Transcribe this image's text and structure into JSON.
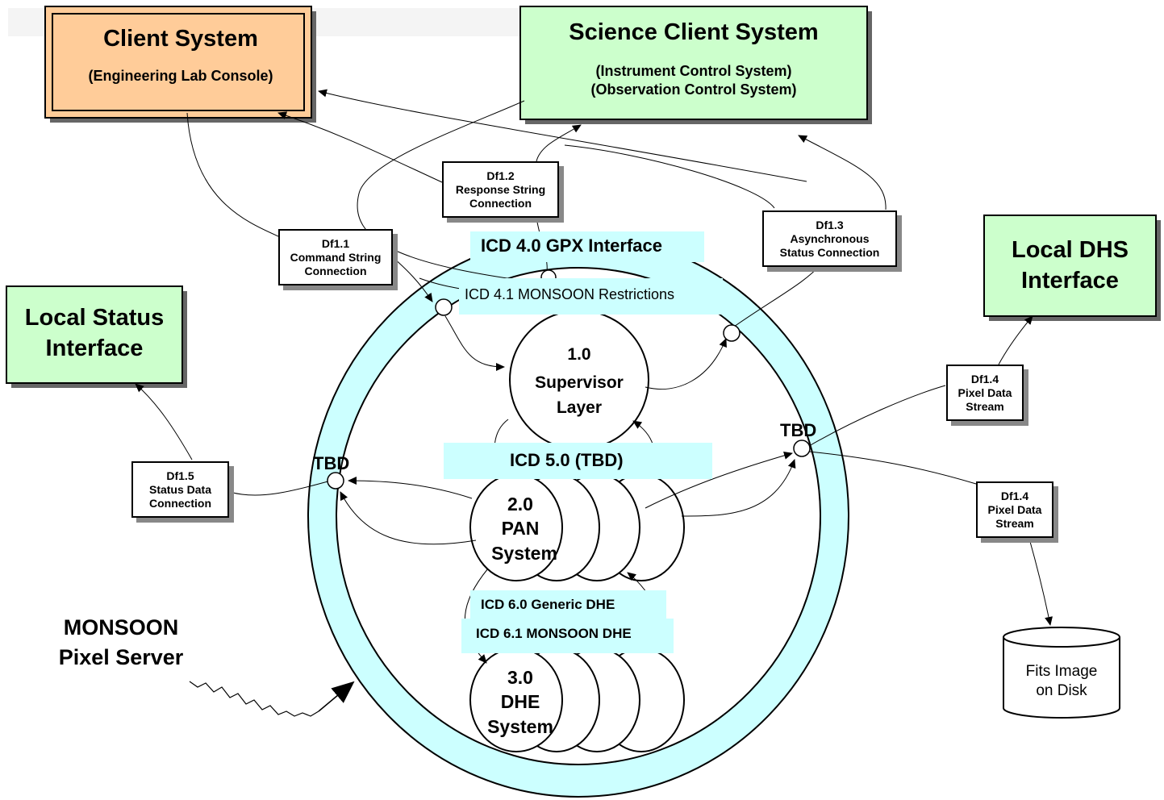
{
  "colors": {
    "ring": "#ccffff",
    "client_box": "#ffcc99",
    "green_box": "#ccffcc",
    "band": "#ccffff"
  },
  "client_system": {
    "title": "Client System",
    "subtitle": "(Engineering Lab Console)"
  },
  "science_client": {
    "title": "Science Client System",
    "line1": "(Instrument Control System)",
    "line2": "(Observation Control System)"
  },
  "local_dhs": {
    "line1": "Local DHS",
    "line2": "Interface"
  },
  "local_status": {
    "line1": "Local Status",
    "line2": "Interface"
  },
  "monsoon": {
    "line1": "MONSOON",
    "line2": "Pixel Server"
  },
  "icd": {
    "gpx": "ICD 4.0 GPX Interface",
    "restrictions": "ICD 4.1 MONSOON Restrictions",
    "pan": "ICD 5.0 (TBD)",
    "generic_dhe": "ICD 6.0 Generic DHE",
    "monsoon_dhe": "ICD 6.1 MONSOON DHE"
  },
  "supervisor": {
    "num": "1.0",
    "line1": "Supervisor",
    "line2": "Layer"
  },
  "pan": {
    "num": "2.0",
    "line1": "PAN",
    "line2": "System"
  },
  "dhe": {
    "num": "3.0",
    "line1": "DHE",
    "line2": "System"
  },
  "tbd_left": "TBD",
  "tbd_right": "TBD",
  "dataflows": {
    "df11": {
      "id": "Df1.1",
      "line1": "Command String",
      "line2": "Connection"
    },
    "df12": {
      "id": "Df1.2",
      "line1": "Response String",
      "line2": "Connection"
    },
    "df13": {
      "id": "Df1.3",
      "line1": "Asynchronous",
      "line2": "Status Connection"
    },
    "df14a": {
      "id": "Df1.4",
      "line1": "Pixel Data",
      "line2": "Stream"
    },
    "df14b": {
      "id": "Df1.4",
      "line1": "Pixel Data",
      "line2": "Stream"
    },
    "df15": {
      "id": "Df1.5",
      "line1": "Status Data",
      "line2": "Connection"
    }
  },
  "disk": {
    "line1": "Fits Image",
    "line2": "on Disk"
  }
}
